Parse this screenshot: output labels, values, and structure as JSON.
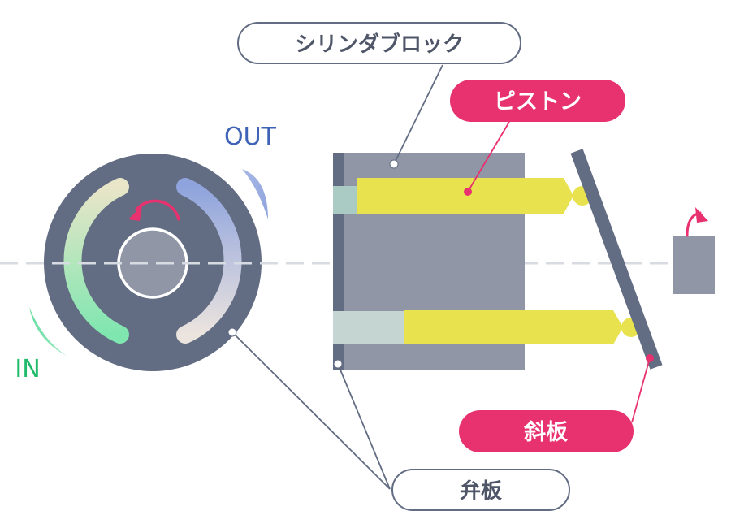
{
  "labels": {
    "cylinder_block": "シリンダブロック",
    "piston": "ピストン",
    "swash_plate": "斜板",
    "valve_plate": "弁板",
    "out_port": "OUT",
    "in_port": "IN"
  },
  "colors": {
    "background": "#ffffff",
    "dark_body": "#626c82",
    "block_body": "#9096a6",
    "piston_yellow": "#e8e24e",
    "piston_head": "#d6d43e",
    "accent_pink": "#e8316f",
    "outline_label_border": "#626c82",
    "outline_label_text": "#4f5668",
    "out_color": "#3d62b6",
    "in_color": "#1fba6a",
    "valve_slot": "#c5d5d2",
    "center_line": "#d8dbe2"
  },
  "icons": {
    "rotation_arrow": "counterclockwise-arrow-icon",
    "shaft_rotation": "curved-up-arrow-icon"
  }
}
